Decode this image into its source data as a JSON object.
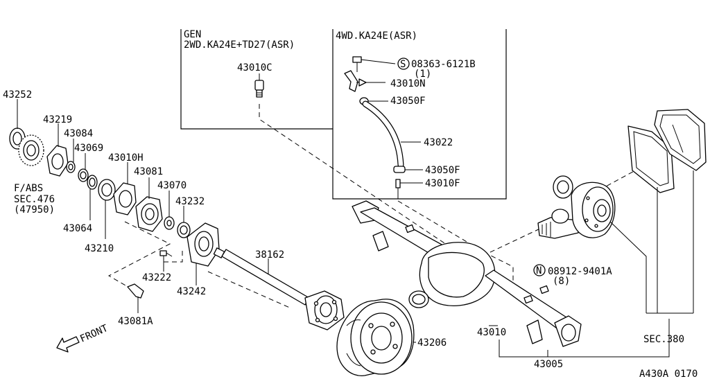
{
  "variants": {
    "gen": "GEN",
    "two_wd": "2WD.KA24E+TD27(ASR)",
    "four_wd": "4WD.KA24E(ASR)"
  },
  "parts": {
    "p43010C": "43010C",
    "p08363": "08363-6121B",
    "p08363_qty": "(1)",
    "p43010N": "43010N",
    "p43050F_top": "43050F",
    "p43022": "43022",
    "p43050F_bottom": "43050F",
    "p43010F": "43010F",
    "p43252": "43252",
    "p43219": "43219",
    "p43084": "43084",
    "p43069": "43069",
    "p43010H": "43010H",
    "p43081": "43081",
    "p43070": "43070",
    "p43232": "43232",
    "p43064": "43064",
    "p43210": "43210",
    "p43222": "43222",
    "p43242": "43242",
    "p38162": "38162",
    "p43081A": "43081A",
    "p43206": "43206",
    "p43010": "43010",
    "p43005": "43005",
    "p08912": "08912-9401A",
    "p08912_qty": "(8)"
  },
  "refs": {
    "fabs": "F/ABS",
    "sec476": "SEC.476",
    "sec476_part": "(47950)",
    "sec380": "SEC.380"
  },
  "symbols": {
    "s_mark": "S",
    "n_mark": "N"
  },
  "front_label": "FRONT",
  "diagram_code": "A430A 0170"
}
